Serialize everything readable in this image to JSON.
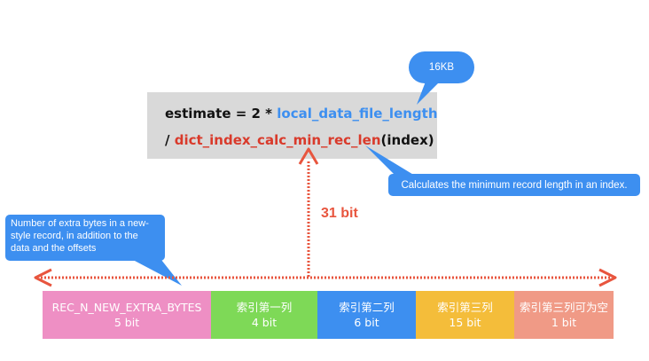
{
  "formula": {
    "line1_prefix": "estimate = 2 * ",
    "line1_var": "local_data_file_length",
    "line2_prefix": "/ ",
    "line2_func": "dict_index_calc_min_rec_len",
    "line2_arg": "(index)"
  },
  "callouts": {
    "size": "16KB",
    "description": "Calculates the minimum record length in an index.",
    "extra_bytes": "Number of extra bytes in a new-style record, in addition to the data and the offsets"
  },
  "bit_total": "31 bit",
  "fields": [
    {
      "name": "REC_N_NEW_EXTRA_BYTES",
      "bits": "5 bit",
      "color": "#ee8fc4",
      "width": 190
    },
    {
      "name": "索引第一列",
      "bits": "4 bit",
      "color": "#7ed957",
      "width": 120
    },
    {
      "name": "索引第二列",
      "bits": "6 bit",
      "color": "#3d8ff0",
      "width": 111
    },
    {
      "name": "索引第三列",
      "bits": "15 bit",
      "color": "#f4bd3a",
      "width": 111
    },
    {
      "name": "索引第三列可为空",
      "bits": "1 bit",
      "color": "#f09a86",
      "width": 112
    }
  ],
  "colors": {
    "arrow": "#e8553e",
    "callout": "#3d8ff0",
    "formula_bg": "#d9d9d9"
  }
}
